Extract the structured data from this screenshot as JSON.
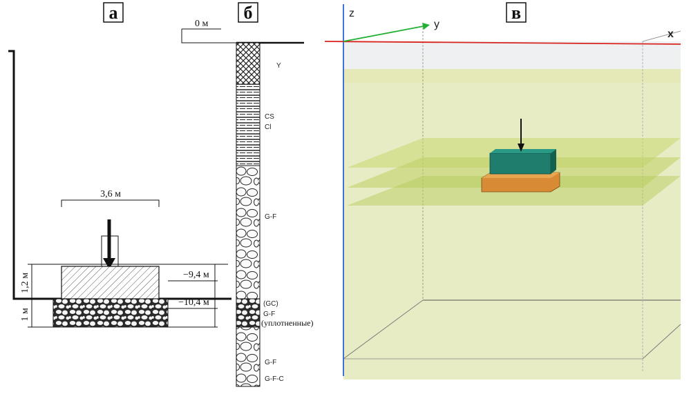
{
  "panels": {
    "a": "а",
    "b": "б",
    "c": "в"
  },
  "panel_a": {
    "width_label": "3,6 м",
    "height_label_top": "1,2 м",
    "height_label_bottom": "1 м",
    "depth_top": "−9,4 м",
    "depth_bottom": "−10,4 м"
  },
  "panel_b": {
    "surface_label": "0 м",
    "layers": {
      "y": "Y",
      "cs": "CS",
      "cl": "Cl",
      "gf1": "G-F",
      "gc": "(GC)",
      "gf2": "G-F",
      "compacted": "(уплотненные)",
      "gf3": "G-F",
      "gfc": "G-F-C"
    }
  },
  "panel_c": {
    "axis_x": "x",
    "axis_y": "y",
    "axis_z": "z"
  },
  "colors": {
    "soil_volume": "#e9ecbf",
    "top_band": "#eef0f2",
    "footing": "#1f7f6e",
    "pad": "#d87a2a",
    "plane": "#c8d97a",
    "x_axis": "#d9241f",
    "y_axis": "#22b032",
    "z_axis": "#2a63d8"
  }
}
